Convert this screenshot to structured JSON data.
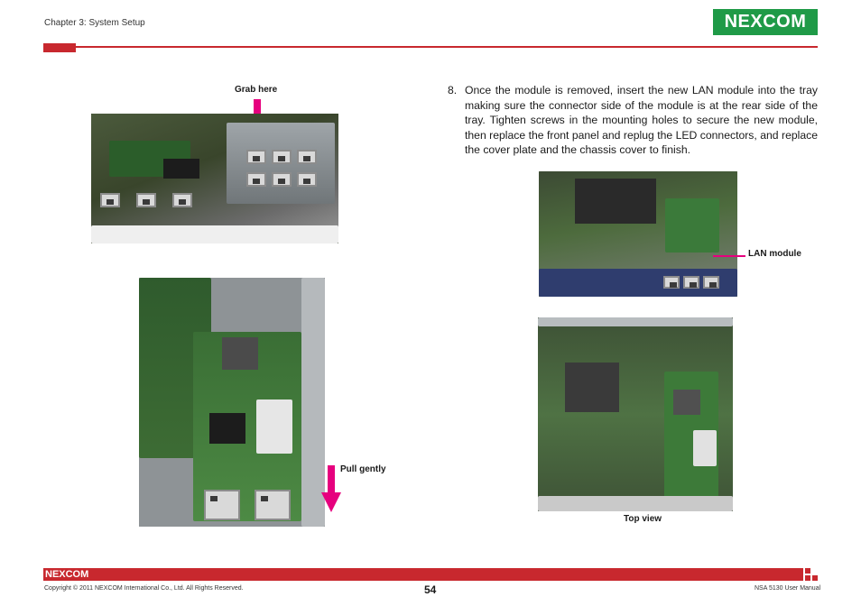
{
  "header": {
    "chapter": "Chapter 3: System Setup",
    "logo_text": "NEXCOM"
  },
  "figures": {
    "grab_label": "Grab here",
    "pull_label": "Pull gently",
    "lan_module_label": "LAN module",
    "top_view_label": "Top view"
  },
  "step": {
    "number": "8.",
    "text": "Once the module is removed, insert the new LAN module into the tray making sure the connector side of the module is at the rear side of the tray. Tighten screws in the mounting holes to secure the new module, then replace the front panel and replug the LED connectors, and replace the cover plate and the chassis cover to finish."
  },
  "footer": {
    "logo_text": "NEXCOM",
    "copyright": "Copyright © 2011 NEXCOM International Co., Ltd. All Rights Reserved.",
    "page_number": "54",
    "manual_name": "NSA 5130 User Manual"
  },
  "colors": {
    "brand_red": "#c8282e",
    "logo_green": "#1f9a47",
    "arrow_magenta": "#e6007e"
  }
}
